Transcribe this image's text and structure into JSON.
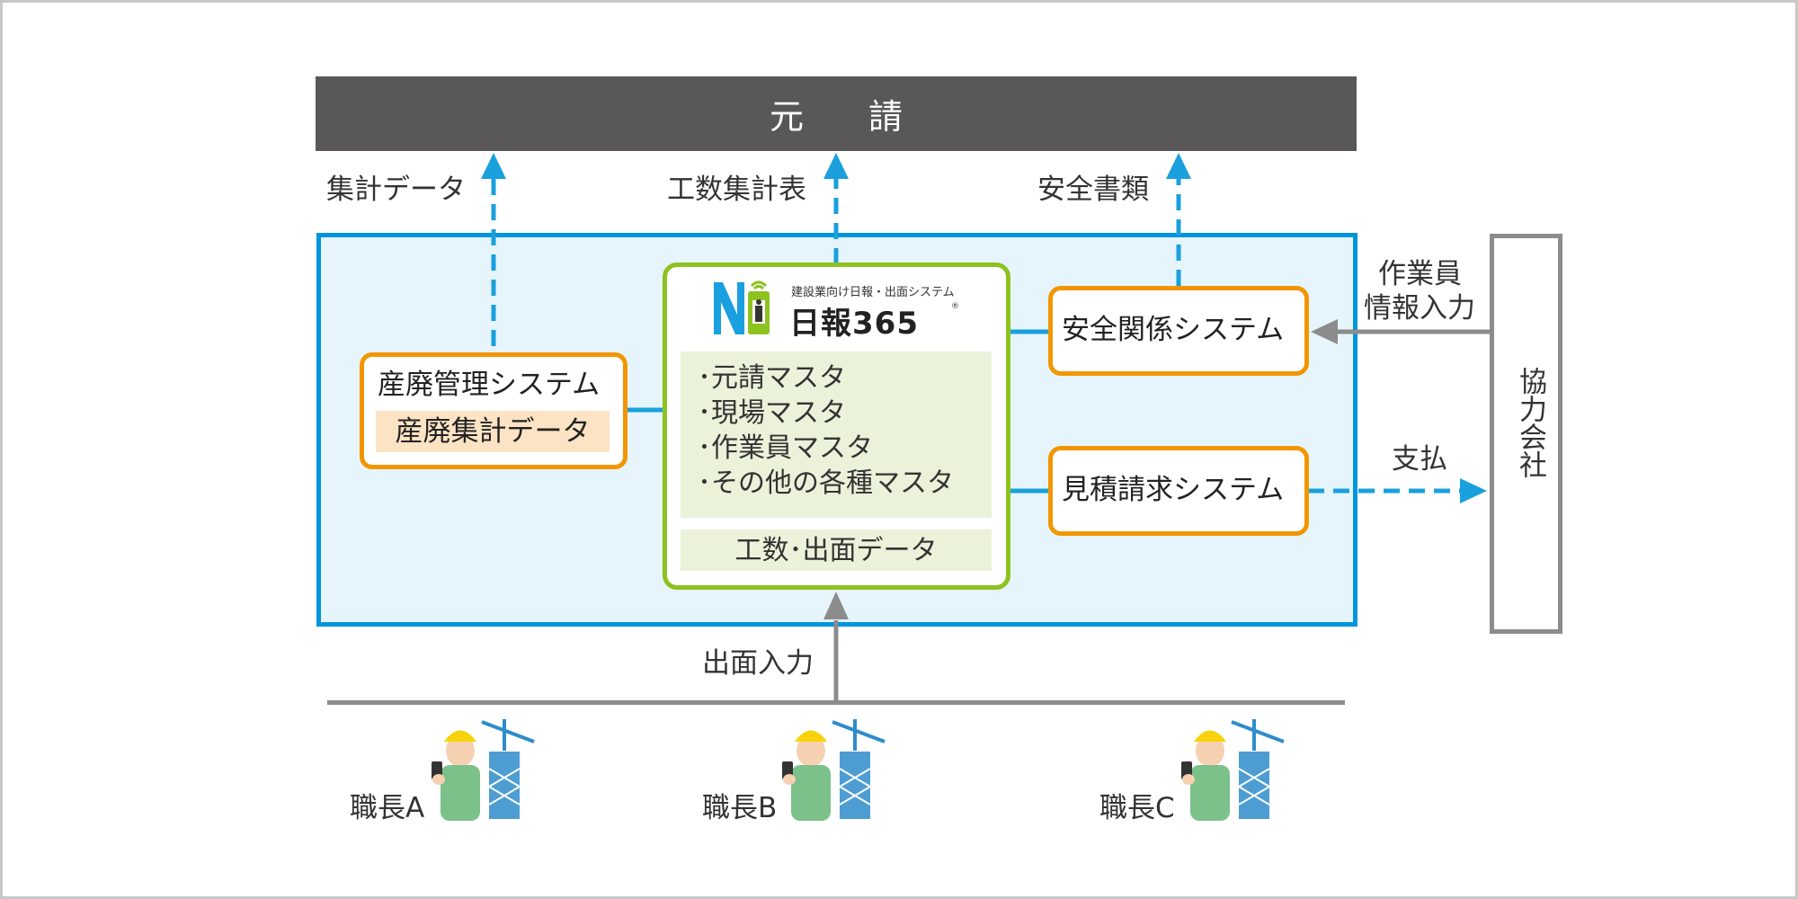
{
  "header": {
    "title": "元 請"
  },
  "arrow_labels": {
    "aggregate_data": "集計データ",
    "labor_table": "工数集計表",
    "safety_docs": "安全書類",
    "worker_info_line1": "作業員",
    "worker_info_line2": "情報入力",
    "payment": "支払",
    "attendance_input": "出面入力"
  },
  "waste_system": {
    "title": "産廃管理システム",
    "sub": "産廃集計データ"
  },
  "nippo": {
    "logo_subtitle": "建設業向け日報・出面システム",
    "logo_name": "日報365",
    "masters": [
      "･元請マスタ",
      "･現場マスタ",
      "･作業員マスタ",
      "･その他の各種マスタ"
    ],
    "data_label": "工数･出面データ"
  },
  "safety_system": {
    "title": "安全関係システム"
  },
  "estimate_system": {
    "title": "見積請求システム"
  },
  "partner": {
    "label": "協力会社"
  },
  "foremen": [
    "職長A",
    "職長B",
    "職長C"
  ],
  "colors": {
    "header_bg": "#595757",
    "system_area_border": "#0095db",
    "system_area_bg": "#e6f5fc",
    "orange_border": "#f29600",
    "green_border": "#8dc21f",
    "arrow_blue": "#1aa0dc",
    "arrow_gray": "#8c8c8c"
  }
}
